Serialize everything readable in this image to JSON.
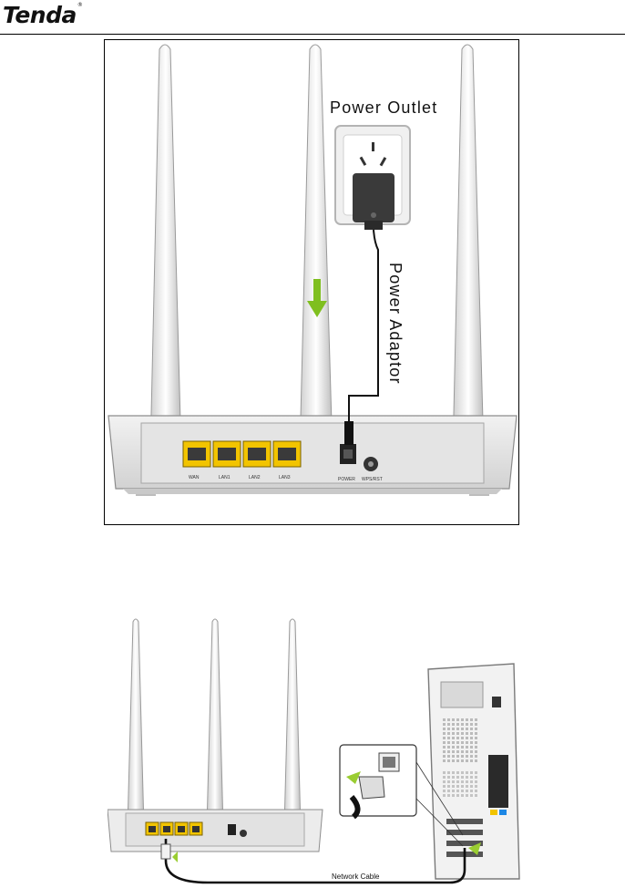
{
  "header": {
    "brand": "Tenda",
    "trademark": "®"
  },
  "figure1": {
    "power_outlet_label": "Power Outlet",
    "power_adaptor_label": "Power Adaptor",
    "ports": [
      "WAN",
      "LAN1",
      "LAN2",
      "LAN3"
    ],
    "power_label": "POWER",
    "wps_label": "WPS/RST",
    "colors": {
      "port": "#f2c400",
      "arrow": "#7fbf1f",
      "panel": "#e4e4e4"
    }
  },
  "figure2": {
    "network_cable_label": "Network Cable",
    "colors": {
      "port": "#f2c400",
      "arrow": "#9acd32"
    }
  }
}
